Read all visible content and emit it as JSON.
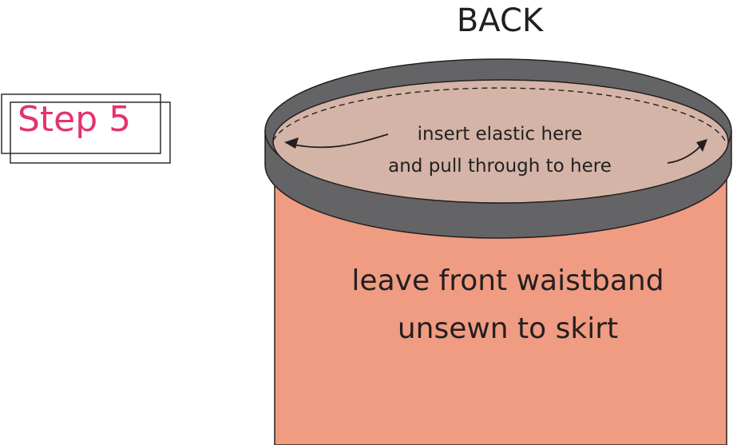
{
  "title": "BACK",
  "step": "Step 5",
  "annotation": {
    "line1": "insert elastic here",
    "line2": "and pull through to here"
  },
  "skirt_note": {
    "line1": "leave front waistband",
    "line2": "unsewn to skirt"
  },
  "colors": {
    "skirt": "#f09c82",
    "waistband_inside": "#d4b4a6",
    "waistband_band": "#646466",
    "outline": "#231f20",
    "step_text": "#e4336f",
    "background": "#ffffff"
  }
}
